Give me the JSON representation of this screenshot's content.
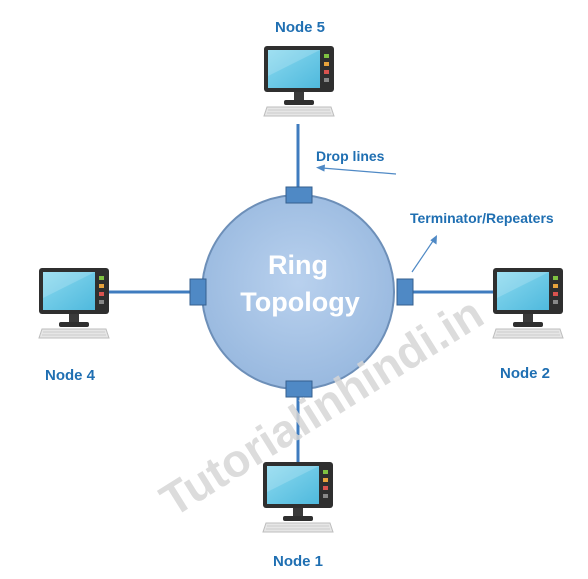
{
  "ring": {
    "line1": "Ring",
    "line2": "Topology"
  },
  "nodes": {
    "node1": "Node 1",
    "node2": "Node 2",
    "node4": "Node 4",
    "node5": "Node 5"
  },
  "annotations": {
    "drop_lines": "Drop lines",
    "terminator": "Terminator/Repeaters"
  },
  "watermark": "Tutorialinhindi.in",
  "colors": {
    "ring_fill": "#a8c5e6",
    "ring_stroke": "#6d8fb8",
    "connector": "#4f89c5",
    "line": "#3f7cbf",
    "label": "#1f6fb2"
  }
}
